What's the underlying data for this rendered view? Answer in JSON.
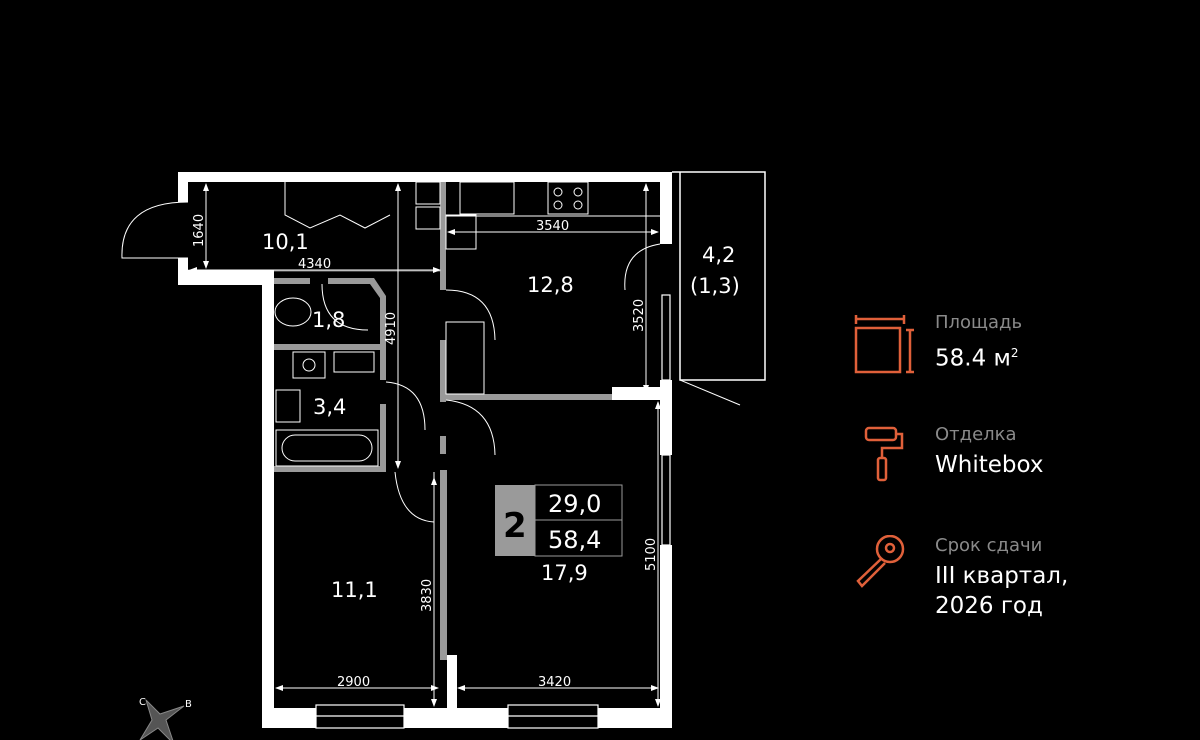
{
  "plan": {
    "rooms": {
      "hall": "10,1",
      "kitchen": "12,8",
      "balcony_area": "4,2",
      "balcony_reduced": "(1,3)",
      "wc": "1,8",
      "bathroom": "3,4",
      "bedroom": "11,1",
      "living": "17,9"
    },
    "dimensions": {
      "hall_height": "1640",
      "hall_width": "4340",
      "kitchen_width": "3540",
      "kitchen_height": "3520",
      "corridor_length": "4910",
      "bedroom_height": "3830",
      "bedroom_width": "2900",
      "living_width": "3420",
      "living_height": "5100"
    },
    "badge": {
      "rooms_count": "2",
      "living_area": "29,0",
      "total_area": "58,4"
    },
    "compass": {
      "north": "С",
      "east": "В"
    }
  },
  "info": {
    "area_label": "Площадь",
    "area_value": "58.4 м",
    "area_unit_sup": "2",
    "finish_label": "Отделка",
    "finish_value": "Whitebox",
    "deadline_label": "Срок сдачи",
    "deadline_line1": "III квартал,",
    "deadline_line2": "2026 год"
  },
  "colors": {
    "accent": "#e0603a",
    "wall": "#ffffff",
    "partition": "#9a9a9a",
    "background": "#000000"
  }
}
